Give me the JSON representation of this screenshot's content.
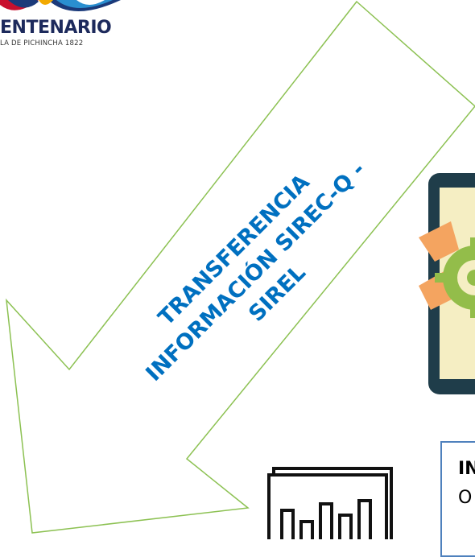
{
  "logo": {
    "title": "ENTENARIO",
    "subtitle": "LA DE PICHINCHA 1822"
  },
  "arrow": {
    "line1": "TRANSFERENCIA",
    "line2": "INFORMACIÓN SIREC-Q -",
    "line3": "SIREL"
  },
  "info_box": {
    "title": "IN",
    "subtitle": "O"
  },
  "colors": {
    "arrow_text": "#0070c0",
    "arrow_stroke": "#8cc152",
    "info_border": "#4f81bd",
    "tablet_frame": "#1f3d4a",
    "tablet_screen": "#f5eec3",
    "gear": "#93bd4a",
    "hand": "#f4a460"
  },
  "icons": [
    "logo-emblem-icon",
    "gear-icon",
    "hand-icon",
    "bar-chart-document-icon"
  ]
}
